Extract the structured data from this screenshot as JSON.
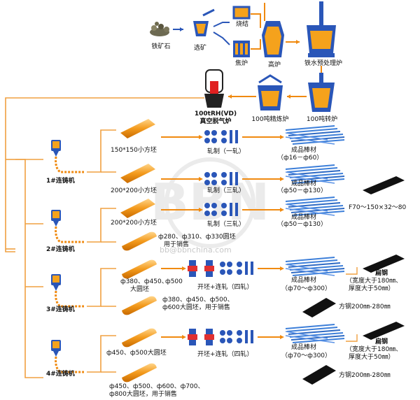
{
  "colors": {
    "line": "#f0a040",
    "billet": "#f08a10",
    "ladle": "#2a56b8",
    "furnace_fill": "#f5a21c",
    "bar_fill": "#3d7fd9",
    "mill": "#2a56b8",
    "dark": "#111111",
    "watermark": "#d2d2d2"
  },
  "watermark": {
    "logo": "BBN",
    "url": "bb@bbnchina.com"
  },
  "top_process": {
    "iron_ore": "铁矿石",
    "beneficiation": "选矿",
    "sintering": "烧结",
    "coke_oven": "焦炉",
    "blast_furnace": "高炉",
    "hot_metal_pretreatment": "铁水预处理炉",
    "converter": "100吨转炉",
    "refining": "100吨精炼炉",
    "vacuum_line1": "100tRH(VD)",
    "vacuum_line2": "真空脱气炉"
  },
  "casters": [
    {
      "label": "1#连铸机"
    },
    {
      "label": "2#连铸机"
    },
    {
      "label": "3#连铸机"
    },
    {
      "label": "4#连铸机"
    }
  ],
  "row1": {
    "billet": "150*150小方坯",
    "mill": "轧制（一轧）",
    "product": "成品棒材",
    "spec": "（ф16－ф60）"
  },
  "row2": {
    "billet": "200*200小方坯",
    "mill": "轧制（三轧）",
    "product": "成品棒材",
    "spec": "（ф50－ф130）"
  },
  "flat_top": {
    "spec": "F70～150×32～80"
  },
  "row3": {
    "billet": "200*200小方坯",
    "mill": "轧制（三轧）",
    "product": "成品棒材",
    "spec": "（ф50－ф130）",
    "sale_line1": "ф280、ф310、ф330圆坯",
    "sale_line2": "用于销售"
  },
  "row4": {
    "bloom_line1": "ф380、ф450、",
    "bloom_line2": "大圆坯",
    "bloom_extra": "ф500",
    "mill": "开坯+连轧（四轧）",
    "product": "成品棒材",
    "spec": "（ф70～ф300）",
    "flat_title": "扁钢",
    "flat_line1": "（宽度大于180㎜、",
    "flat_line2": "厚度大于50㎜）",
    "square": "方钢200㎜-280㎜",
    "sale_line1": "ф380、ф450、ф500、",
    "sale_line2": "ф600大圆坯，用于销售"
  },
  "row5": {
    "bloom": "ф450、ф500大圆坯",
    "mill": "开坯+连轧（四轧）",
    "product": "成品棒材",
    "spec": "（ф70～ф300）",
    "flat_title": "扁钢",
    "flat_line1": "（宽度大于180㎜、",
    "flat_line2": "厚度大于50㎜）",
    "square": "方钢200㎜-280㎜",
    "sale_line1": "ф450、ф500、ф600、ф700、",
    "sale_line2": "ф800大圆坯，用于销售"
  }
}
